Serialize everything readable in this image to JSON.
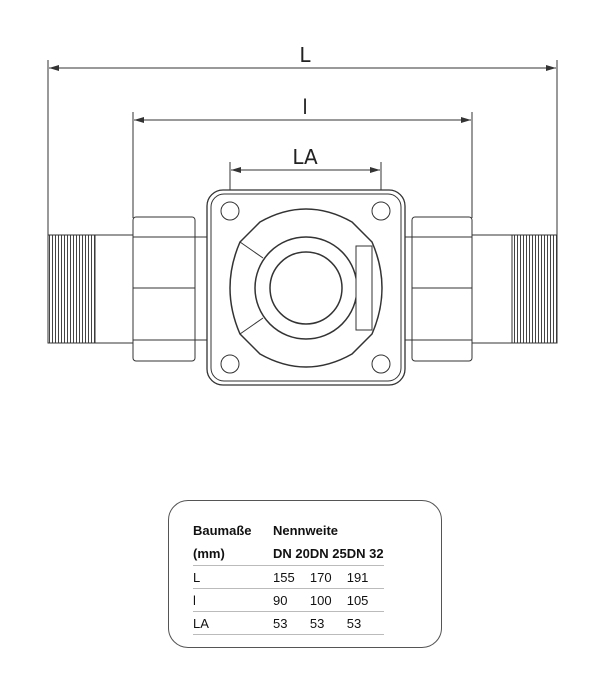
{
  "drawing": {
    "dimensions": [
      {
        "label": "L"
      },
      {
        "label": "l"
      },
      {
        "label": "LA"
      }
    ]
  },
  "table": {
    "header1": [
      "Baumaße",
      "Nennweite",
      "",
      ""
    ],
    "header2": [
      "(mm)",
      "DN 20",
      "DN 25",
      "DN 32"
    ],
    "rows": [
      [
        "L",
        "155",
        "170",
        "191"
      ],
      [
        "l",
        "90",
        "100",
        "105"
      ],
      [
        "LA",
        "53",
        "53",
        "53"
      ]
    ]
  }
}
